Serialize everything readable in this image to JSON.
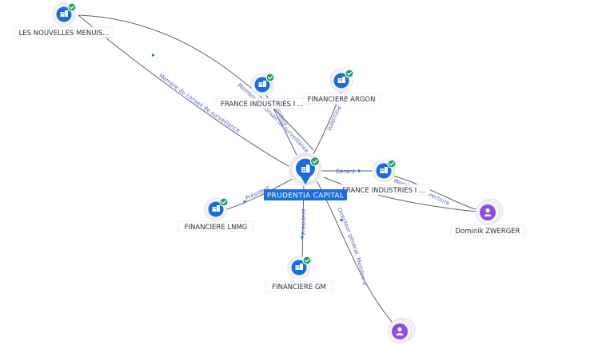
{
  "colors": {
    "company": "#1a6de0",
    "person": "#8a4fe0",
    "check": "#17a05d",
    "edge": "#5b6270",
    "edge_label": "#5a63c8"
  },
  "center": {
    "label": "PRUDENTIA CAPITAL",
    "icon": "building-pin-icon",
    "verified": true
  },
  "nodes": [
    {
      "id": "les_nouvelles",
      "label": "LES NOUVELLES MENUIS...",
      "type": "company",
      "icon": "building-icon",
      "verified": true
    },
    {
      "id": "france_ind_1",
      "label": "FRANCE INDUSTRIES I ...",
      "type": "company",
      "icon": "building-icon",
      "verified": true
    },
    {
      "id": "financiere_argon",
      "label": "FINANCIERE ARGON",
      "type": "company",
      "icon": "building-icon",
      "verified": true
    },
    {
      "id": "france_ind_2",
      "label": "FRANCE INDUSTRIES I ...",
      "type": "company",
      "icon": "building-icon",
      "verified": true
    },
    {
      "id": "financiere_lnmg",
      "label": "FINANCIERE LNMG",
      "type": "company",
      "icon": "building-icon",
      "verified": true
    },
    {
      "id": "financiere_gm",
      "label": "FINANCIERE GM",
      "type": "company",
      "icon": "building-icon",
      "verified": true
    },
    {
      "id": "dominik",
      "label": "Dominik ZWERGER",
      "type": "person",
      "icon": "person-icon",
      "verified": false
    },
    {
      "id": "person_bottom",
      "label": "",
      "type": "person",
      "icon": "person-icon",
      "verified": false
    }
  ],
  "edges": [
    {
      "id": "e_les",
      "label": "Membre du conseil de surveillance"
    },
    {
      "id": "e_fi1_a",
      "label": "Membre du conseil de surveillance"
    },
    {
      "id": "e_fi1_b",
      "label": "Président"
    },
    {
      "id": "e_argon",
      "label": "Président"
    },
    {
      "id": "e_fi2",
      "label": "Gérant"
    },
    {
      "id": "e_dom",
      "label": "Membre du directoire"
    },
    {
      "id": "e_lnmg",
      "label": "Président"
    },
    {
      "id": "e_gm",
      "label": "Président"
    },
    {
      "id": "e_pb",
      "label": "Directeur général, Membre du directoire"
    }
  ]
}
